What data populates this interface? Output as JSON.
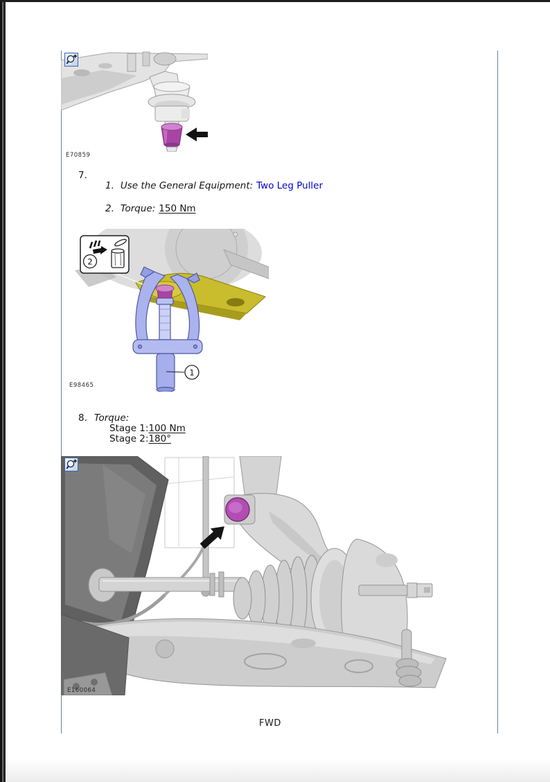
{
  "figures": {
    "fig1": {
      "label": "E70859"
    },
    "fig2": {
      "label": "E98465",
      "callout_1": "1",
      "callout_2": "2"
    },
    "fig3": {
      "label": "E160064"
    }
  },
  "steps": {
    "step7": {
      "number": "7.",
      "substeps": [
        {
          "number": "1.",
          "prefix": "Use the General Equipment:",
          "link_text": "Two Leg Puller"
        },
        {
          "number": "2.",
          "prefix": "Torque:",
          "value": "150 Nm"
        }
      ]
    },
    "step8": {
      "number": "8.",
      "label": "Torque:",
      "stages": [
        {
          "label": "Stage 1:",
          "value": "100 Nm"
        },
        {
          "label": "Stage 2:",
          "value": "180°"
        }
      ]
    }
  },
  "footer": {
    "direction_label": "FWD"
  },
  "icons": {
    "zoom": "magnifier-plus-icon",
    "discard": "discard-part-icon",
    "pointer": "black-arrow-icon"
  },
  "colors": {
    "link_blue": "#0000cc",
    "highlight_magenta": "#b04fb0",
    "puller_blue": "#aab3ee",
    "arm_yellow": "#c9bd2e",
    "rule_gray_blue": "#6e8296"
  }
}
